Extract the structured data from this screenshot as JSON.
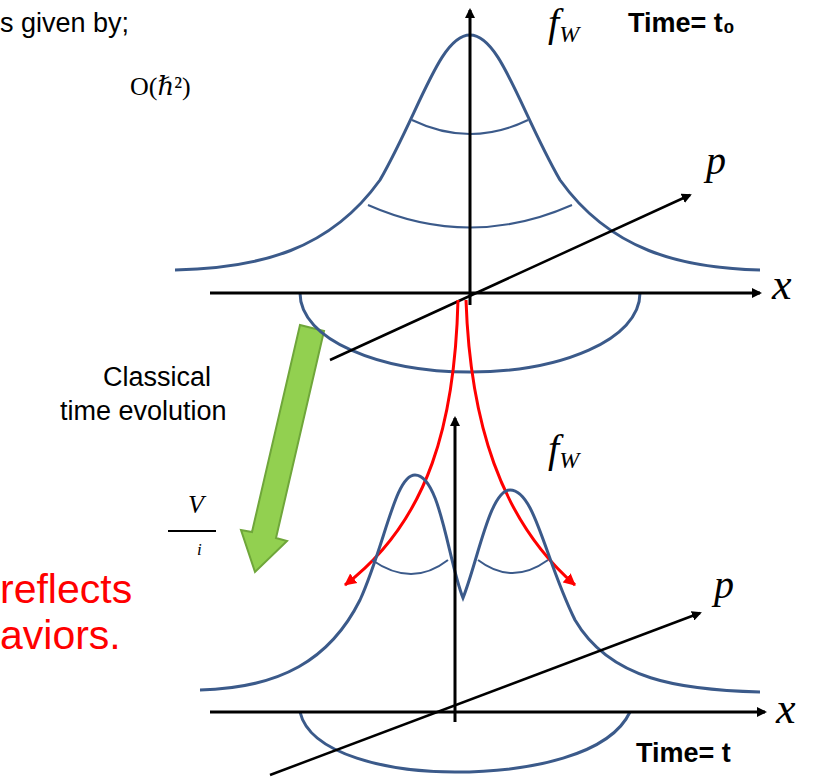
{
  "diagram": {
    "labels": [
      "s given by;",
      "O(ℏ²)",
      "Classical",
      "time evolution",
      "V",
      "i",
      "reflects",
      "aviors.",
      "fW",
      "Time= t₀",
      "p",
      "x",
      "fW",
      "p",
      "x",
      "Time= t"
    ]
  }
}
